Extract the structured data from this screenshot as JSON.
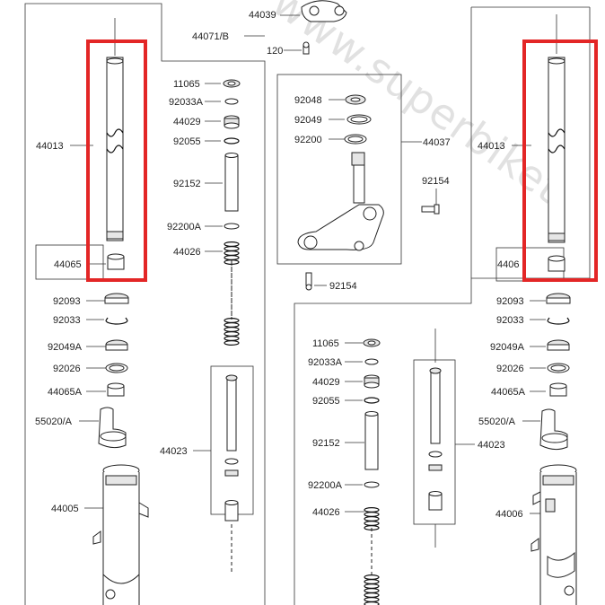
{
  "watermark": "www.superbiket",
  "labels": {
    "p44039": "44039",
    "p120": "120",
    "p44071b": "44071/B",
    "l11065": "11065",
    "l92033a": "92033A",
    "l44029": "44029",
    "l92055": "92055",
    "l92152": "92152",
    "l92200a": "92200A",
    "l44026": "44026",
    "l44023": "44023",
    "l44013": "44013",
    "l44065": "44065",
    "l92093": "92093",
    "l92033": "92033",
    "l92049a": "92049A",
    "l92026": "92026",
    "l44065a": "44065A",
    "l55020a": "55020/A",
    "l44005": "44005",
    "m92048": "92048",
    "m92049": "92049",
    "m92200": "92200",
    "m44037": "44037",
    "m92154a": "92154",
    "m92154b": "92154",
    "m11065": "11065",
    "m92033a": "92033A",
    "m44029": "44029",
    "m92055": "92055",
    "m92152": "92152",
    "m92200a": "92200A",
    "m44026": "44026",
    "m44023": "44023",
    "r44013": "44013",
    "r4406": "4406",
    "r92093": "92093",
    "r92033": "92033",
    "r92049a": "92049A",
    "r92026": "92026",
    "r44065a": "44065A",
    "r55020a": "55020/A",
    "r44006": "44006"
  },
  "colors": {
    "highlight": "#e32626",
    "line": "#333333"
  }
}
